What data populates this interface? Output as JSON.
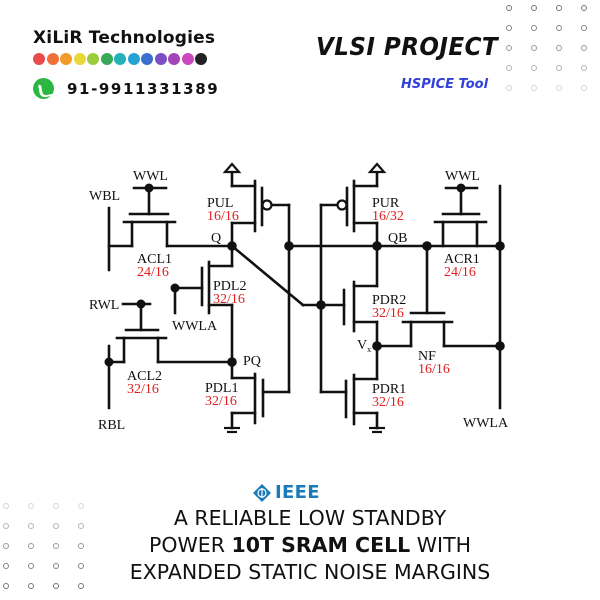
{
  "brand": {
    "name": "XiLiR Technologies",
    "dot_colors": [
      "#e94b4b",
      "#f0703a",
      "#f39a2a",
      "#e8d83a",
      "#9ccc3c",
      "#3aa85a",
      "#22b2b8",
      "#27a2d4",
      "#3a6fd0",
      "#7b4fc4",
      "#a344b8",
      "#cc48c0",
      "#222222"
    ],
    "phone_icon": "whatsapp-icon",
    "phone": "91-9911331389"
  },
  "project": {
    "title": "VLSI PROJECT",
    "subtitle": "HSPICE Tool",
    "subtitle_color": "#3040d8"
  },
  "circuit": {
    "signals": {
      "wwl_left": "WWL",
      "wwl_right": "WWL",
      "wbl": "WBL",
      "rwl": "RWL",
      "rbl": "RBL",
      "wwla_left": "WWLA",
      "wwla_right": "WWLA"
    },
    "nodes": {
      "q": "Q",
      "qb": "QB",
      "pq": "PQ",
      "vx": "V",
      "vx_sub": "x"
    },
    "transistors": [
      {
        "name": "PUL",
        "size": "16/16"
      },
      {
        "name": "PUR",
        "size": "16/32"
      },
      {
        "name": "ACL1",
        "size": "24/16"
      },
      {
        "name": "ACR1",
        "size": "24/16"
      },
      {
        "name": "PDL2",
        "size": "32/16"
      },
      {
        "name": "PDR2",
        "size": "32/16"
      },
      {
        "name": "ACL2",
        "size": "32/16"
      },
      {
        "name": "PDL1",
        "size": "32/16"
      },
      {
        "name": "PDR1",
        "size": "32/16"
      },
      {
        "name": "NF",
        "size": "16/16"
      }
    ],
    "size_color": "#e02020"
  },
  "ieee": {
    "icon": "ieee-diamond-icon",
    "label": "IEEE",
    "color": "#1a7bb8"
  },
  "paper": {
    "line1": "A RELIABLE LOW STANDBY",
    "line2_pre": "POWER ",
    "line2_bold": "10T SRAM CELL",
    "line2_post": " WITH",
    "line3": "EXPANDED STATIC NOISE MARGINS"
  }
}
